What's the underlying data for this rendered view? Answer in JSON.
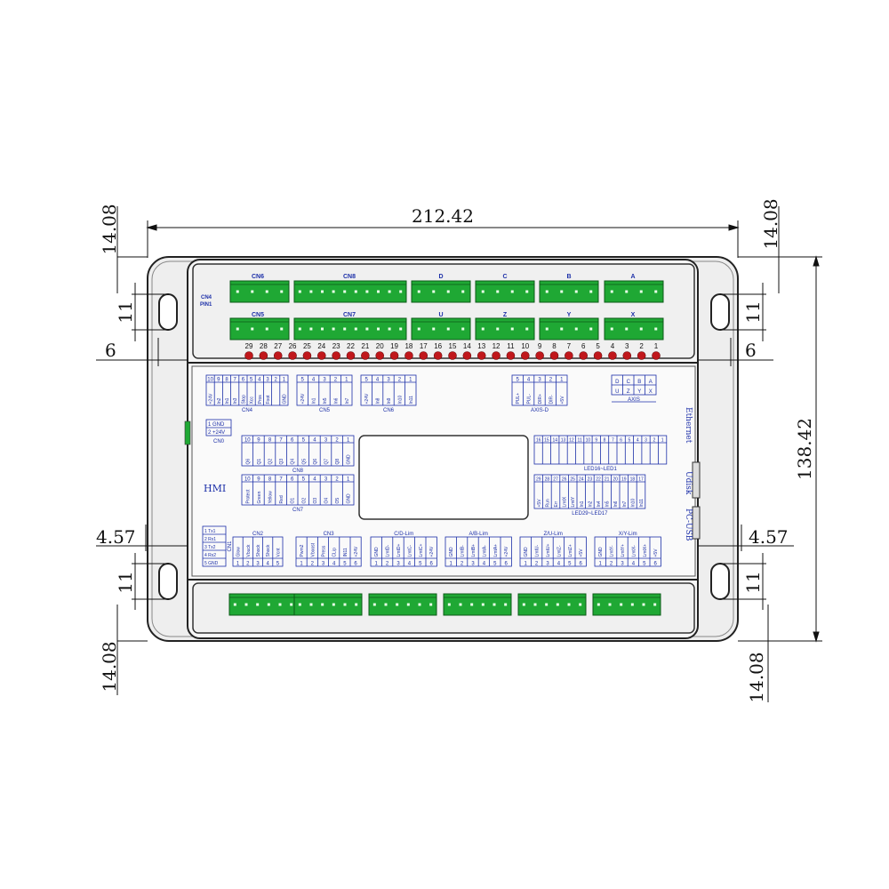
{
  "dimensions": {
    "width_label": "212.42",
    "height_label": "138.42",
    "top_left_offset": "14.08",
    "top_right_offset": "14.08",
    "bottom_left_offset": "14.08",
    "bottom_right_offset": "14.08",
    "left_hole_top": "11",
    "left_hole_bottom": "11",
    "right_hole_top": "11",
    "right_hole_bottom": "11",
    "left_gap": "6",
    "right_gap": "6",
    "left_lower": "4.57",
    "right_lower": "4.57"
  },
  "connectors": {
    "top_row": [
      "CN6",
      "CN8",
      "D",
      "C",
      "B",
      "A"
    ],
    "second_row": [
      "CN5",
      "CN7",
      "U",
      "Z",
      "Y",
      "X"
    ],
    "cn4_label": "CN4",
    "pin1_label": "PIN1"
  },
  "leds": [
    "29",
    "28",
    "27",
    "26",
    "25",
    "24",
    "23",
    "22",
    "21",
    "20",
    "19",
    "18",
    "17",
    "16",
    "15",
    "14",
    "13",
    "12",
    "11",
    "10",
    "9",
    "8",
    "7",
    "6",
    "5",
    "4",
    "3",
    "2",
    "1"
  ],
  "panel": {
    "cn4": {
      "title": "CN4",
      "pins": [
        "10",
        "9",
        "8",
        "7",
        "6",
        "5",
        "4",
        "3",
        "2",
        "1"
      ],
      "signals": [
        "+24V",
        "In2",
        "In1",
        "In3",
        "Stop",
        "Xcc",
        "Pros",
        "Foot",
        "",
        "GND"
      ]
    },
    "cn5": {
      "title": "CN5",
      "pins": [
        "5",
        "4",
        "3",
        "2",
        "1"
      ],
      "signals": [
        "+24V",
        "In1",
        "In5",
        "In6",
        "In7"
      ]
    },
    "cn6": {
      "title": "CN6",
      "pins": [
        "5",
        "4",
        "3",
        "2",
        "1"
      ],
      "signals": [
        "+24V",
        "In8",
        "In9",
        "In10",
        "In11"
      ]
    },
    "axis_d": {
      "title": "AXIS-D",
      "pins": [
        "5",
        "4",
        "3",
        "2",
        "1"
      ],
      "signals": [
        "PUL+",
        "PUL-",
        "DIR+",
        "DIR-",
        "+5V"
      ]
    },
    "axis": {
      "title": "AXIS",
      "top": [
        "D",
        "C",
        "B",
        "A"
      ],
      "bottom": [
        "U",
        "Z",
        "Y",
        "X"
      ]
    },
    "cn0": {
      "title": "CN0",
      "rows": [
        "1 GND",
        "2 +24V"
      ]
    },
    "cn8": {
      "title": "CN8",
      "pins": [
        "10",
        "9",
        "8",
        "7",
        "6",
        "5",
        "4",
        "3",
        "2",
        "1"
      ],
      "signals": [
        "Q6",
        "Q1",
        "Q2",
        "Q3",
        "Q4",
        "Q5",
        "Q6",
        "Q7",
        "Q8",
        "GND"
      ]
    },
    "cn7": {
      "title": "CN7",
      "pins": [
        "10",
        "9",
        "8",
        "7",
        "6",
        "5",
        "4",
        "3",
        "2",
        "1"
      ],
      "signals": [
        "Protect",
        "Green",
        "Yellow",
        "Red",
        "O1",
        "O2",
        "O3",
        "O4",
        "O5",
        "GND"
      ]
    },
    "hmi_label": "HMI",
    "led16": {
      "title": "LED16~LED1",
      "pins": [
        "16",
        "15",
        "14",
        "13",
        "12",
        "11",
        "10",
        "9",
        "8",
        "7",
        "6",
        "5",
        "4",
        "3",
        "2",
        "1"
      ]
    },
    "led29": {
      "title": "LED29~LED17",
      "pins": [
        "29",
        "28",
        "27",
        "26",
        "25",
        "24",
        "23",
        "22",
        "21",
        "20",
        "19",
        "18",
        "17"
      ],
      "signals": [
        "+5V",
        "Run",
        "Err",
        "LmtX",
        "LmtY",
        "In1",
        "In2",
        "In4",
        "In5",
        "In6",
        "In7",
        "In10",
        "In11"
      ]
    },
    "ethernet_label": "Ethernet",
    "udisk_label": "Udisk",
    "pcusb_label": "PC-USB",
    "cn1": {
      "title": "CN1",
      "rows": [
        "1 Tx1",
        "2 Rx1",
        "3 Tx2",
        "4 Rx2",
        "5 GND"
      ]
    },
    "cn2": {
      "title": "CN2",
      "pins": [
        "1",
        "2",
        "3",
        "4",
        "5"
      ],
      "signals": [
        "Glow",
        "Vbuck",
        "Shock",
        "Shock",
        "Vcnt"
      ]
    },
    "cn3": {
      "title": "CN3",
      "pins": [
        "1",
        "2",
        "3",
        "4",
        "5",
        "6"
      ],
      "signals": [
        "Pwm2",
        "Vboost",
        "Press",
        "CLip",
        "IN11",
        "+24V"
      ]
    },
    "cd_lim": {
      "title": "C/D-Lim",
      "pins": [
        "1",
        "2",
        "3",
        "4",
        "5",
        "6"
      ],
      "signals": [
        "GND",
        "LmtD-",
        "LmtD+",
        "LmtC-",
        "LmtC+",
        "+24V"
      ]
    },
    "ab_lim": {
      "title": "A/B-Lim",
      "pins": [
        "1",
        "2",
        "3",
        "4",
        "5",
        "6"
      ],
      "signals": [
        "GND",
        "LmtB-",
        "LmtB+",
        "LmtA-",
        "LmtA+",
        "+24V"
      ]
    },
    "zu_lim": {
      "title": "Z/U-Lim",
      "pins": [
        "1",
        "2",
        "3",
        "4",
        "5",
        "6"
      ],
      "signals": [
        "GND",
        "LmtU-",
        "LmtU+",
        "LmtZ-",
        "LmtZ+",
        "+5V"
      ]
    },
    "xy_lim": {
      "title": "X/Y-Lim",
      "pins": [
        "1",
        "2",
        "3",
        "4",
        "5",
        "6"
      ],
      "signals": [
        "GND",
        "LmtY-",
        "LmtY+",
        "LmtX-",
        "LmtX+",
        "+5V"
      ]
    }
  },
  "colors": {
    "terminal_green": "#1fa834",
    "led_red": "#c0171b",
    "silkscreen_blue": "#1c2fa8",
    "case_grey": "#f1f1f1"
  }
}
